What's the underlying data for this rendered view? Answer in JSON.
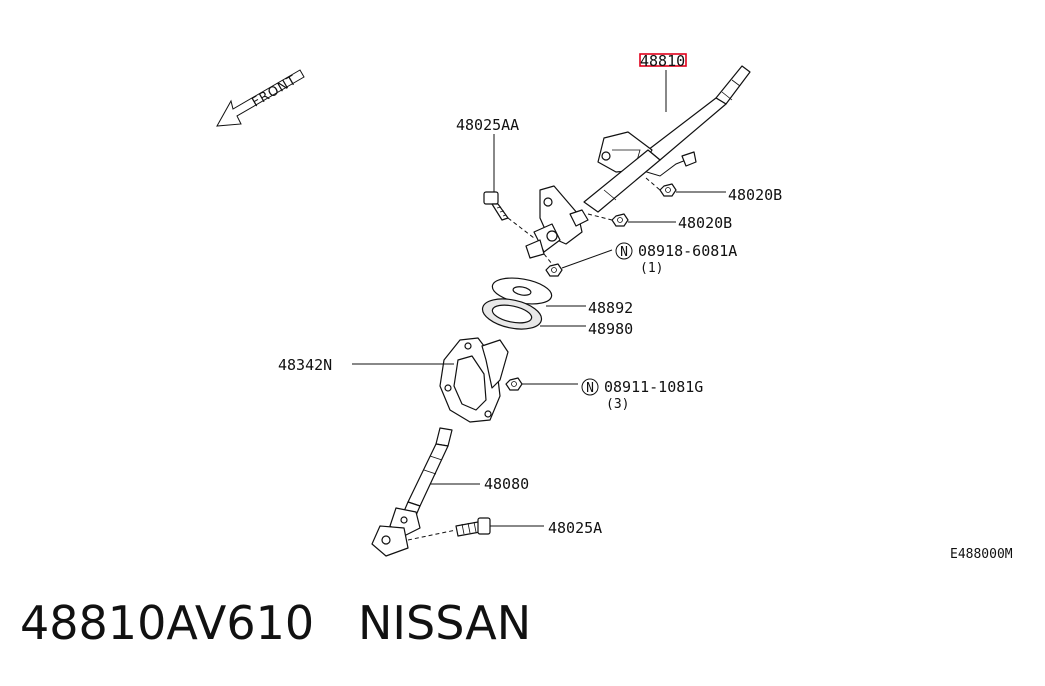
{
  "diagram": {
    "front_label": "FRONT",
    "reference_code": "E488000M",
    "highlight_color": "#e0001b",
    "highlighted_part": "48810",
    "callouts": [
      {
        "part": "48810",
        "qty": ""
      },
      {
        "part": "48025AA",
        "qty": ""
      },
      {
        "part": "48020B",
        "qty": ""
      },
      {
        "part": "48020B",
        "qty": ""
      },
      {
        "part": "08918-6081A",
        "qty": "(1)",
        "prefix_symbol": "N"
      },
      {
        "part": "48892",
        "qty": ""
      },
      {
        "part": "48980",
        "qty": ""
      },
      {
        "part": "48342N",
        "qty": ""
      },
      {
        "part": "08911-1081G",
        "qty": "(3)",
        "prefix_symbol": "N"
      },
      {
        "part": "48080",
        "qty": ""
      },
      {
        "part": "48025A",
        "qty": ""
      }
    ]
  },
  "caption": {
    "part_number": "48810AV610",
    "brand": "NISSAN"
  }
}
